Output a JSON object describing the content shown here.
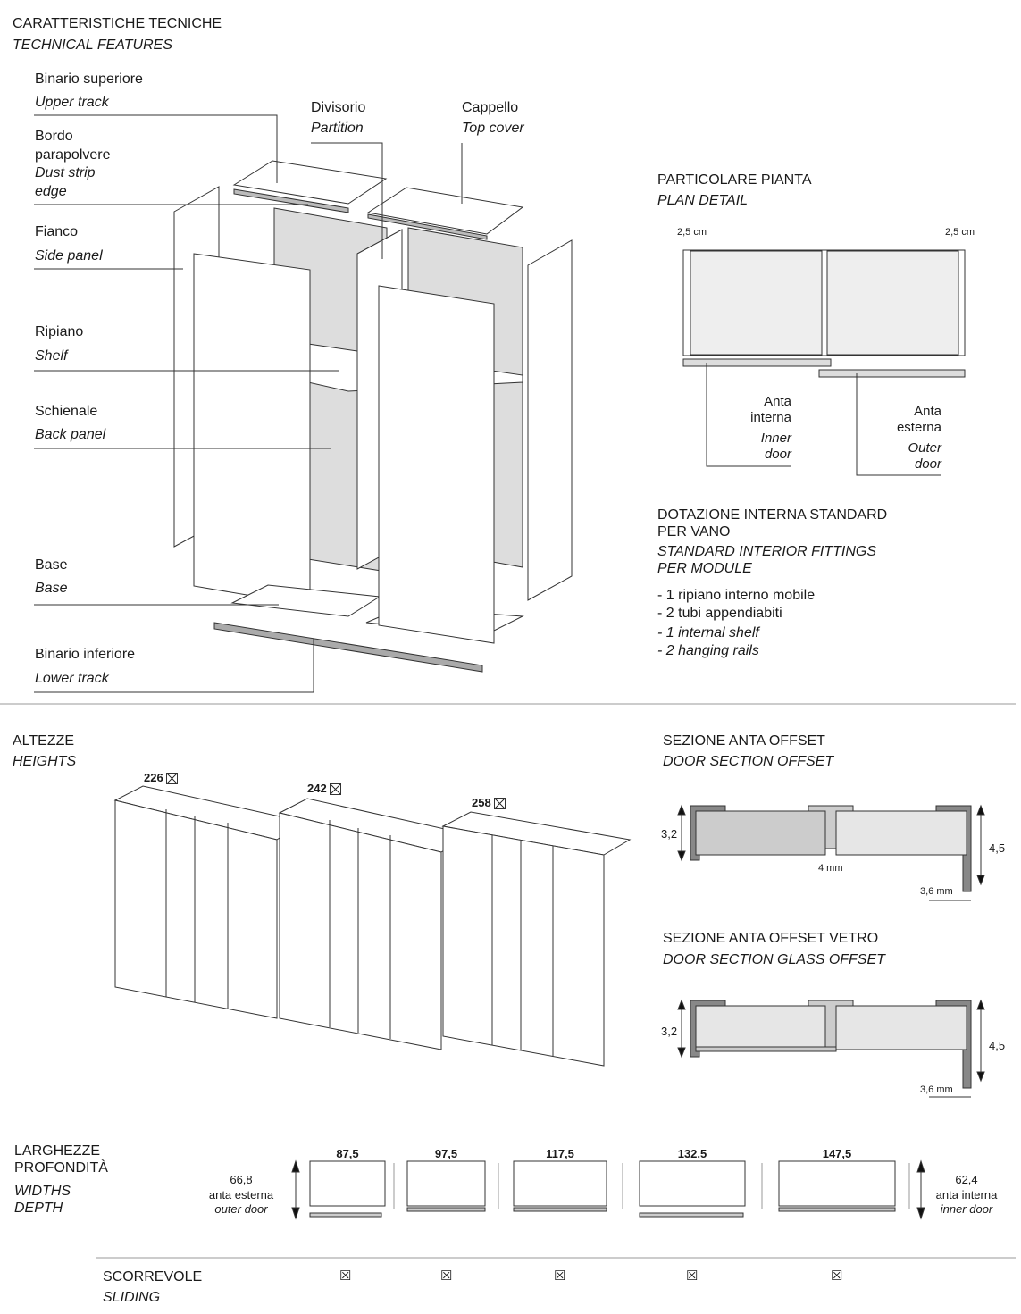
{
  "header": {
    "title_it": "CARATTERISTICHE TECNICHE",
    "title_en": "TECHNICAL FEATURES"
  },
  "exploded": {
    "upper_track": {
      "it": "Binario superiore",
      "en": "Upper track"
    },
    "dust_strip": {
      "it": "Bordo\nparapolvere",
      "en": "Dust strip\nedge"
    },
    "side_panel": {
      "it": "Fianco",
      "en": "Side panel"
    },
    "shelf": {
      "it": "Ripiano",
      "en": "Shelf"
    },
    "back_panel": {
      "it": "Schienale",
      "en": "Back panel"
    },
    "base": {
      "it": "Base",
      "en": "Base"
    },
    "lower_track": {
      "it": "Binario inferiore",
      "en": "Lower track"
    },
    "partition": {
      "it": "Divisorio",
      "en": "Partition"
    },
    "top_cover": {
      "it": "Cappello",
      "en": "Top cover"
    }
  },
  "plan": {
    "title_it": "PARTICOLARE PIANTA",
    "title_en": "PLAN DETAIL",
    "dim_left": "2,5 cm",
    "dim_right": "2,5 cm",
    "inner_it": "Anta\ninterna",
    "inner_en": "Inner\ndoor",
    "outer_it": "Anta\nesterna",
    "outer_en": "Outer\ndoor"
  },
  "fittings": {
    "title_it": "DOTAZIONE INTERNA STANDARD\nPER VANO",
    "title_en": "STANDARD INTERIOR FITTINGS\nPER MODULE",
    "items_it": [
      "- 1 ripiano interno mobile",
      "- 2 tubi appendiabiti"
    ],
    "items_en": [
      "- 1 internal shelf",
      "- 2 hanging rails"
    ]
  },
  "heights": {
    "title_it": "ALTEZZE",
    "title_en": "HEIGHTS",
    "values": [
      "226",
      "242",
      "258"
    ]
  },
  "section_offset": {
    "title_it": "SEZIONE ANTA OFFSET",
    "title_en": "DOOR SECTION OFFSET",
    "h_left": "3,2",
    "h_right": "4,5",
    "gap": "4 mm",
    "thick": "3,6 mm"
  },
  "section_glass": {
    "title_it": "SEZIONE ANTA OFFSET VETRO",
    "title_en": "DOOR SECTION GLASS OFFSET",
    "h_left": "3,2",
    "h_right": "4,5",
    "thick": "3,6 mm"
  },
  "widths": {
    "title_it": "LARGHEZZE\nPROFONDITÀ",
    "title_en": "WIDTHS\nDEPTH",
    "values": [
      "87,5",
      "97,5",
      "117,5",
      "132,5",
      "147,5"
    ],
    "left_depth": "66,8",
    "left_it": "anta esterna",
    "left_en": "outer door",
    "right_depth": "62,4",
    "right_it": "anta interna",
    "right_en": "inner door"
  },
  "sliding": {
    "label_it": "SCORREVOLE",
    "label_en": "SLIDING",
    "available": [
      true,
      true,
      true,
      true,
      true
    ]
  }
}
